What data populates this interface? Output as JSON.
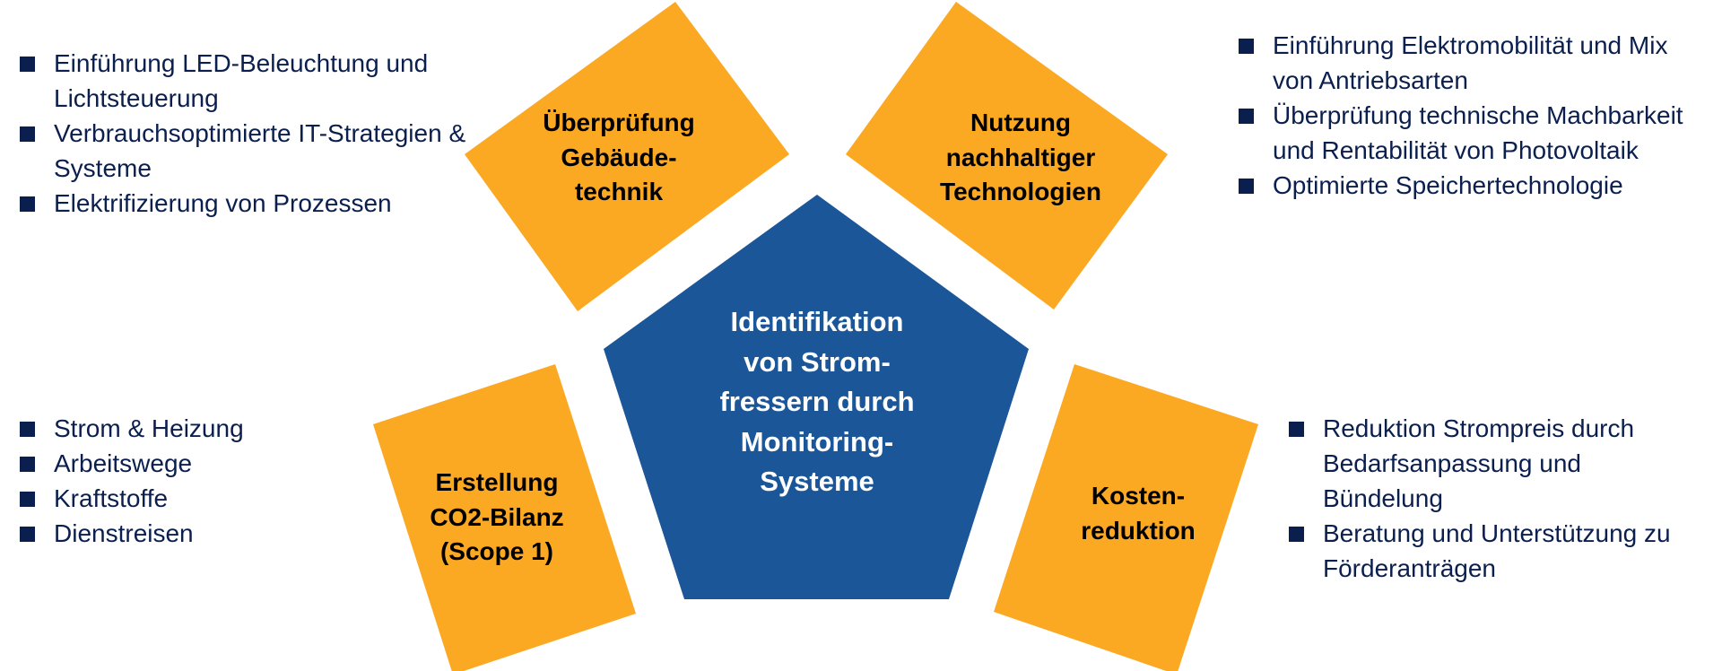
{
  "colors": {
    "orange": "#fba823",
    "blue": "#1b5699",
    "text": "#0b1f4e"
  },
  "center": {
    "lines": [
      "Identifikation",
      "von Strom-",
      "fressern durch",
      "Monitoring-",
      "Systeme"
    ]
  },
  "petals": {
    "building": {
      "lines": [
        "Überprüfung",
        "Gebäude-",
        "technik"
      ]
    },
    "technology": {
      "lines": [
        "Nutzung",
        "nachhaltiger",
        "Technologien"
      ]
    },
    "co2": {
      "lines": [
        "Erstellung",
        "CO2-Bilanz",
        "(Scope 1)"
      ]
    },
    "cost": {
      "lines": [
        "Kosten-",
        "reduktion"
      ]
    }
  },
  "lists": {
    "building": [
      "Einführung LED-Beleuchtung und Lichtsteuerung",
      "Verbrauchsoptimierte IT-Strategien & Systeme",
      "Elektrifizierung von Prozessen"
    ],
    "technology": [
      "Einführung Elektromobilität und Mix von Antriebsarten",
      "Überprüfung technische Machbarkeit und Rentabilität von Photovoltaik",
      "Optimierte Speichertechnologie"
    ],
    "co2": [
      "Strom & Heizung",
      "Arbeitswege",
      "Kraftstoffe",
      "Dienstreisen"
    ],
    "cost": [
      "Reduktion Strompreis durch Bedarfsanpassung und Bündelung",
      "Beratung und Unterstützung zu Förderanträgen"
    ]
  }
}
